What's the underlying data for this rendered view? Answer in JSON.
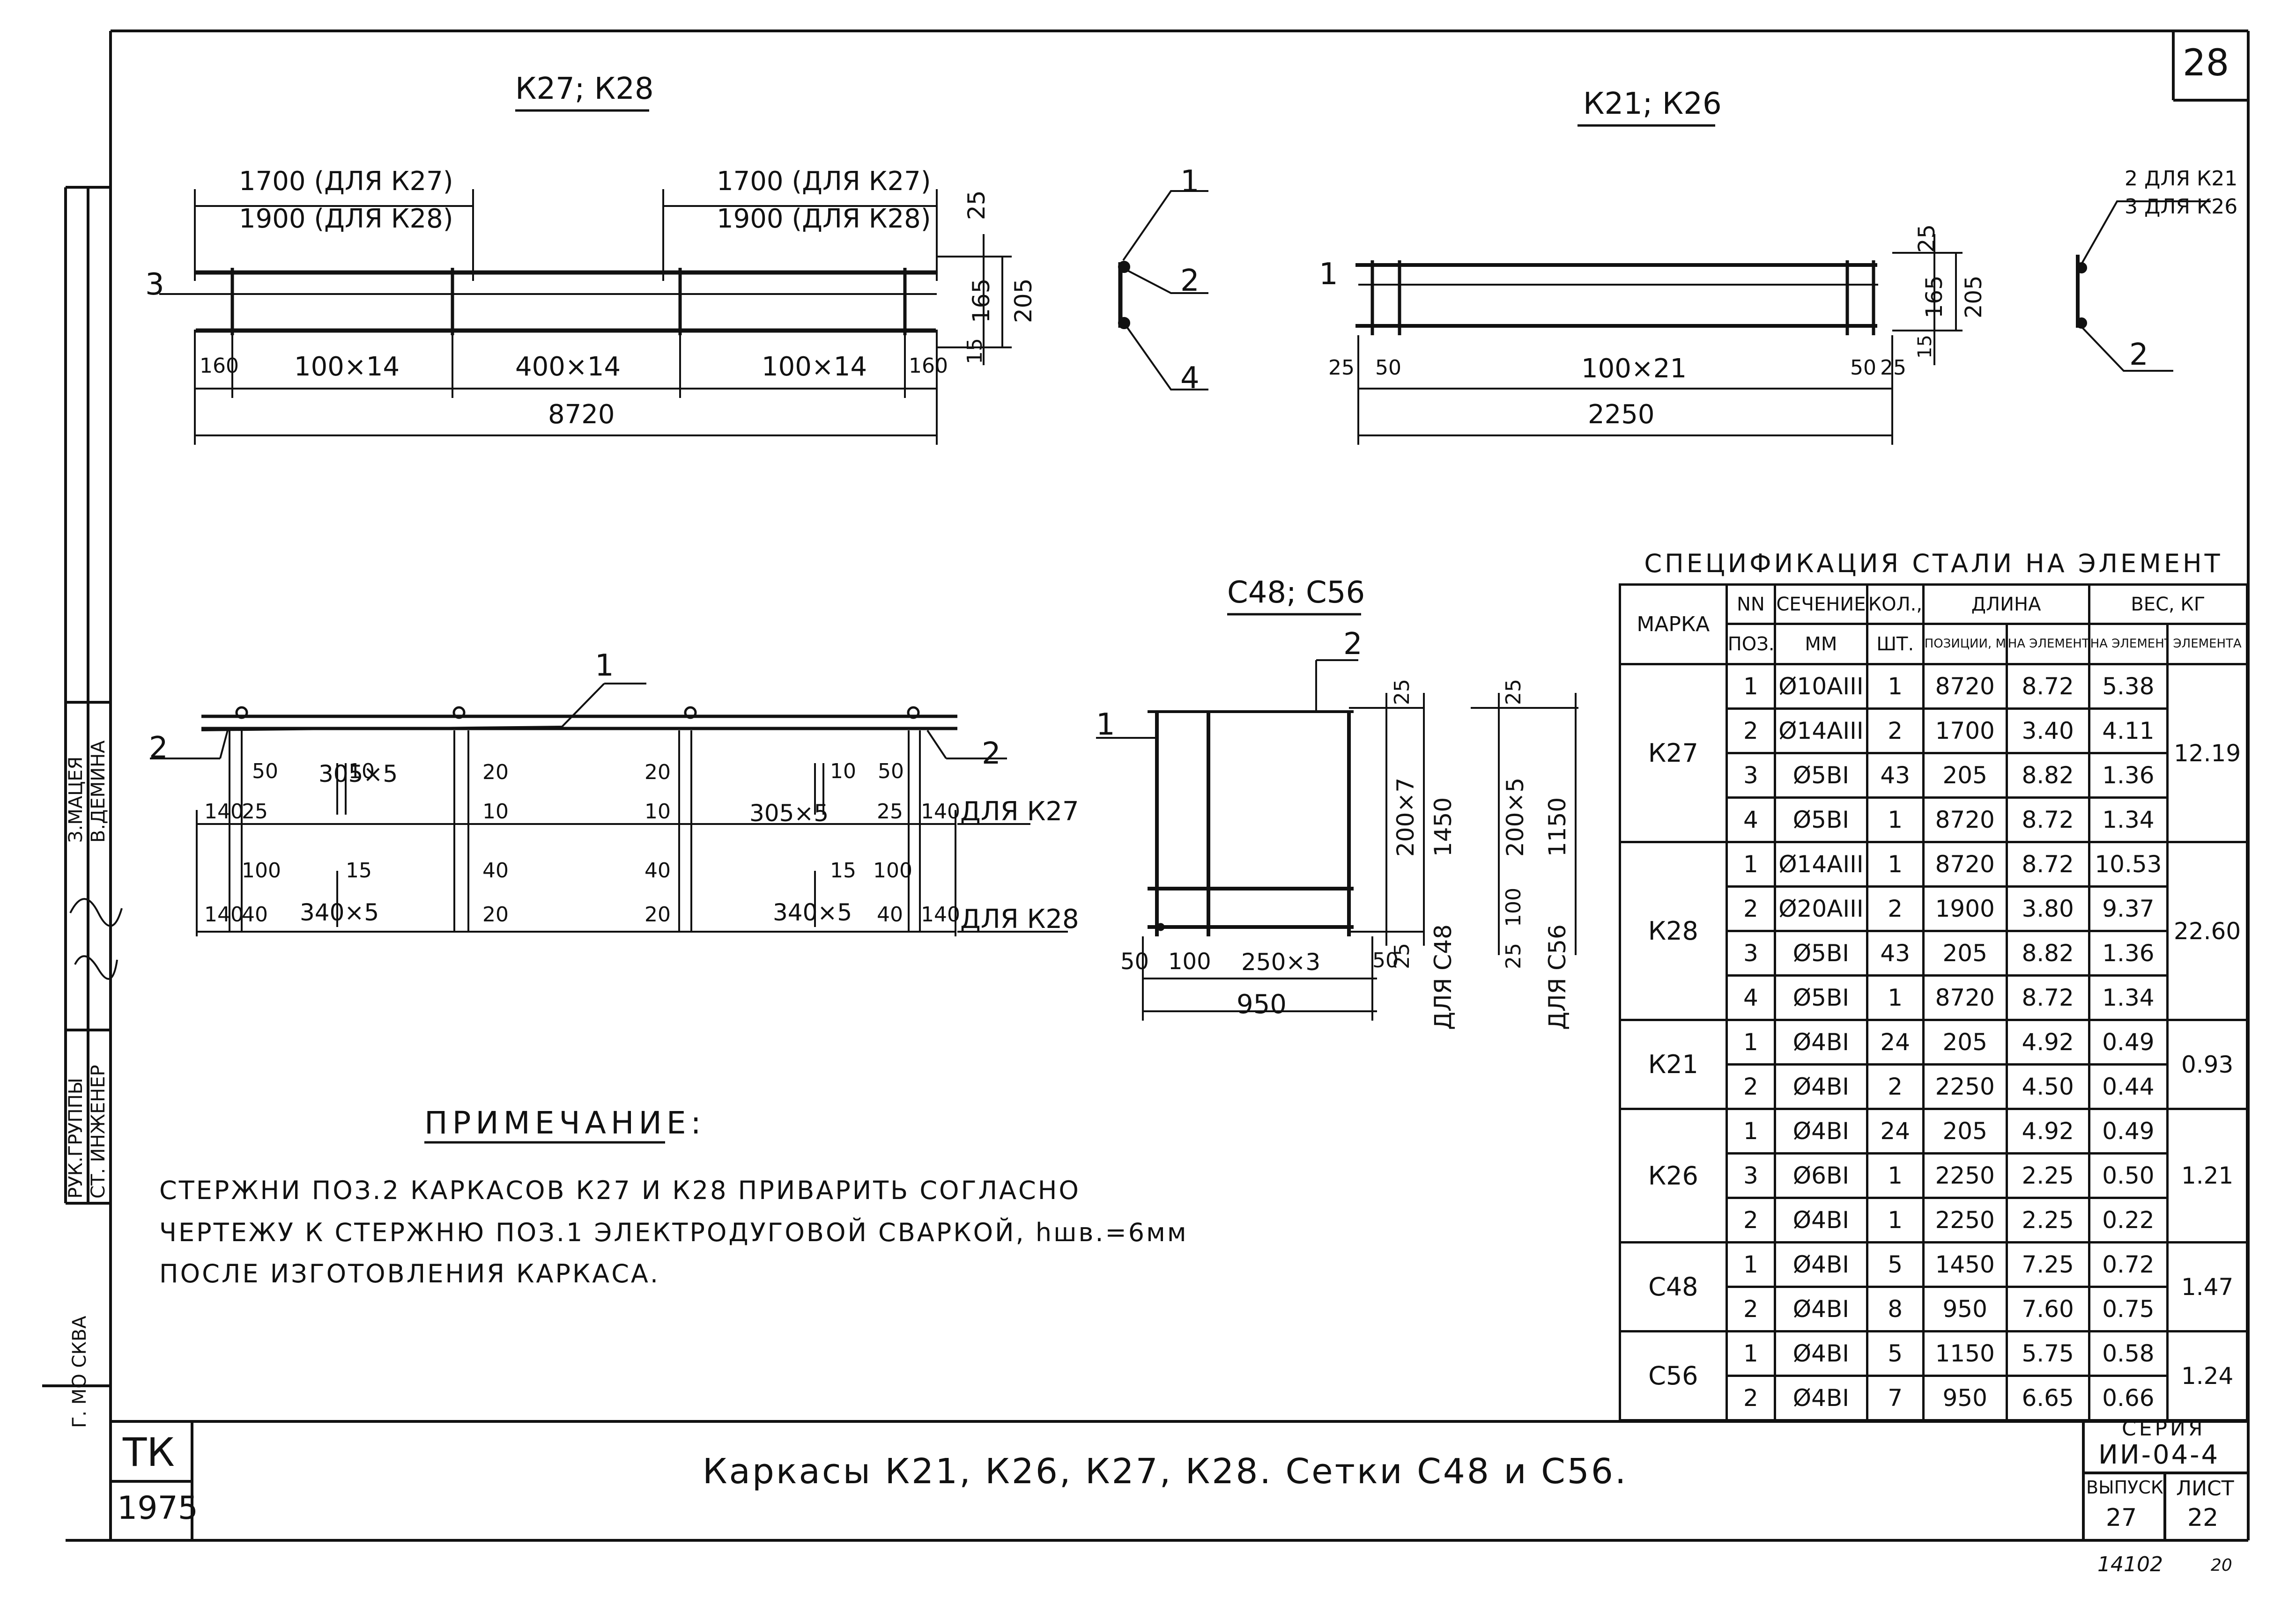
{
  "sheet": {
    "sheet_number": "28",
    "stamp_code": "ТК",
    "stamp_year": "1975",
    "title": "Каркасы К21, К26, К27, К28. Сетки С48 и С56.",
    "series_label": "СЕРИЯ",
    "series_value": "ИИ-04-4",
    "issue_label": "ВЫПУСК",
    "issue_value": "27",
    "list_label": "ЛИСТ",
    "list_value": "22",
    "footer_number": "14102",
    "footer_extra": "20",
    "left_strip": {
      "role1": "РУК.ГРУППЫ",
      "role2": "СТ. ИНЖЕНЕР",
      "name1": "З.МАЦЕЯ",
      "name2": "В.ДЕМИНА",
      "org": "Г. МО СКВА"
    }
  },
  "views": {
    "k27": {
      "title": "К27; К28",
      "len_k27_a": "1700 (ДЛЯ К27)",
      "len_k28_a": "1900 (ДЛЯ К28)",
      "len_k27_b": "1700 (ДЛЯ К27)",
      "len_k28_b": "1900 (ДЛЯ К28)",
      "pos3": "3",
      "d160a": "160",
      "d100x14a": "100×14",
      "d400x14": "400×14",
      "d100x14b": "100×14",
      "d160b": "160",
      "total": "8720",
      "v25": "25",
      "v165": "165",
      "v205": "205",
      "v15": "15",
      "sec_p1": "1",
      "sec_p2": "2",
      "sec_p4": "4"
    },
    "k21": {
      "title": "К21; К26",
      "pos1": "1",
      "d25a": "25",
      "d50a": "50",
      "d100x21": "100×21",
      "d50b": "50",
      "d25b": "25",
      "total": "2250",
      "v25": "25",
      "v165": "165",
      "v205": "205",
      "v15": "15",
      "sec_note1": "2 ДЛЯ К21",
      "sec_note2": "3 ДЛЯ К26",
      "sec_p2": "2"
    },
    "plan": {
      "pos1": "1",
      "pos2a": "2",
      "pos2b": "2",
      "r1": [
        "140",
        "25",
        "305×5",
        "10",
        "20"
      ],
      "r1top": [
        "50",
        "10"
      ],
      "r1b": [
        "20",
        "10",
        "305×5",
        "25",
        "140"
      ],
      "r1btop": [
        "10",
        "50"
      ],
      "for_k27": "ДЛЯ К27",
      "r2": [
        "140",
        "40",
        "340×5",
        "20"
      ],
      "r2top": [
        "100",
        "15",
        "40"
      ],
      "r2b": [
        "20",
        "340×5",
        "40",
        "140"
      ],
      "r2btop": [
        "40",
        "15",
        "100"
      ],
      "for_k28": "ДЛЯ К28"
    },
    "mesh": {
      "title": "С48; С56",
      "pos1": "1",
      "pos2": "2",
      "v25a": "25",
      "v200x7": "200×7",
      "v1450": "1450",
      "v25b": "25",
      "for_c48": "ДЛЯ С48",
      "v25c": "25",
      "v200x5": "200×5",
      "v1150": "1150",
      "v100": "100",
      "v25d": "25",
      "for_c56": "ДЛЯ С56",
      "h50a": "50",
      "h100": "100",
      "h250x3": "250×3",
      "h50b": "50",
      "h950": "950"
    }
  },
  "note": {
    "heading": "ПРИМЕЧАНИЕ:",
    "line1": "СТЕРЖНИ ПОЗ.2     КАРКАСОВ К27 И К28 ПРИВАРИТЬ СОГЛАСНО",
    "line2": "ЧЕРТЕЖУ К СТЕРЖНЮ ПОЗ.1 ЭЛЕКТРОДУГОВОЙ СВАРКОЙ, hшв.=6мм",
    "line3": "ПОСЛЕ ИЗГОТОВЛЕНИЯ КАРКАСА."
  },
  "spec": {
    "caption": "СПЕЦИФИКАЦИЯ СТАЛИ НА ЭЛЕМЕНТ",
    "headers": {
      "mark": "МАРКА",
      "nn": "NN",
      "pos": "ПОЗ.",
      "section": "СЕЧЕНИЕ",
      "mm": "ММ",
      "qty": "КОЛ.,",
      "pcs": "ШТ.",
      "length": "ДЛИНА",
      "len_pos": "ПОЗИЦИИ, ММ",
      "len_el": "НА ЭЛЕМЕНТ, М",
      "weight": "ВЕС, КГ",
      "w_el": "НА ЭЛЕМЕНТ",
      "w_total": "ЭЛЕМЕНТА"
    },
    "groups": [
      {
        "mark": "К27",
        "total": "12.19",
        "rows": [
          {
            "pos": "1",
            "section": "Ø10AIII",
            "qty": "1",
            "len_mm": "8720",
            "len_m": "8.72",
            "weight": "5.38"
          },
          {
            "pos": "2",
            "section": "Ø14AIII",
            "qty": "2",
            "len_mm": "1700",
            "len_m": "3.40",
            "weight": "4.11"
          },
          {
            "pos": "3",
            "section": "Ø5BI",
            "qty": "43",
            "len_mm": "205",
            "len_m": "8.82",
            "weight": "1.36"
          },
          {
            "pos": "4",
            "section": "Ø5BI",
            "qty": "1",
            "len_mm": "8720",
            "len_m": "8.72",
            "weight": "1.34"
          }
        ]
      },
      {
        "mark": "К28",
        "total": "22.60",
        "rows": [
          {
            "pos": "1",
            "section": "Ø14AIII",
            "qty": "1",
            "len_mm": "8720",
            "len_m": "8.72",
            "weight": "10.53"
          },
          {
            "pos": "2",
            "section": "Ø20AIII",
            "qty": "2",
            "len_mm": "1900",
            "len_m": "3.80",
            "weight": "9.37"
          },
          {
            "pos": "3",
            "section": "Ø5BI",
            "qty": "43",
            "len_mm": "205",
            "len_m": "8.82",
            "weight": "1.36"
          },
          {
            "pos": "4",
            "section": "Ø5BI",
            "qty": "1",
            "len_mm": "8720",
            "len_m": "8.72",
            "weight": "1.34"
          }
        ]
      },
      {
        "mark": "К21",
        "total": "0.93",
        "rows": [
          {
            "pos": "1",
            "section": "Ø4BI",
            "qty": "24",
            "len_mm": "205",
            "len_m": "4.92",
            "weight": "0.49"
          },
          {
            "pos": "2",
            "section": "Ø4BI",
            "qty": "2",
            "len_mm": "2250",
            "len_m": "4.50",
            "weight": "0.44"
          }
        ]
      },
      {
        "mark": "К26",
        "total": "1.21",
        "rows": [
          {
            "pos": "1",
            "section": "Ø4BI",
            "qty": "24",
            "len_mm": "205",
            "len_m": "4.92",
            "weight": "0.49"
          },
          {
            "pos": "3",
            "section": "Ø6BI",
            "qty": "1",
            "len_mm": "2250",
            "len_m": "2.25",
            "weight": "0.50"
          },
          {
            "pos": "2",
            "section": "Ø4BI",
            "qty": "1",
            "len_mm": "2250",
            "len_m": "2.25",
            "weight": "0.22"
          }
        ]
      },
      {
        "mark": "С48",
        "total": "1.47",
        "rows": [
          {
            "pos": "1",
            "section": "Ø4BI",
            "qty": "5",
            "len_mm": "1450",
            "len_m": "7.25",
            "weight": "0.72"
          },
          {
            "pos": "2",
            "section": "Ø4BI",
            "qty": "8",
            "len_mm": "950",
            "len_m": "7.60",
            "weight": "0.75"
          }
        ]
      },
      {
        "mark": "С56",
        "total": "1.24",
        "rows": [
          {
            "pos": "1",
            "section": "Ø4BI",
            "qty": "5",
            "len_mm": "1150",
            "len_m": "5.75",
            "weight": "0.58"
          },
          {
            "pos": "2",
            "section": "Ø4BI",
            "qty": "7",
            "len_mm": "950",
            "len_m": "6.65",
            "weight": "0.66"
          }
        ]
      }
    ]
  }
}
